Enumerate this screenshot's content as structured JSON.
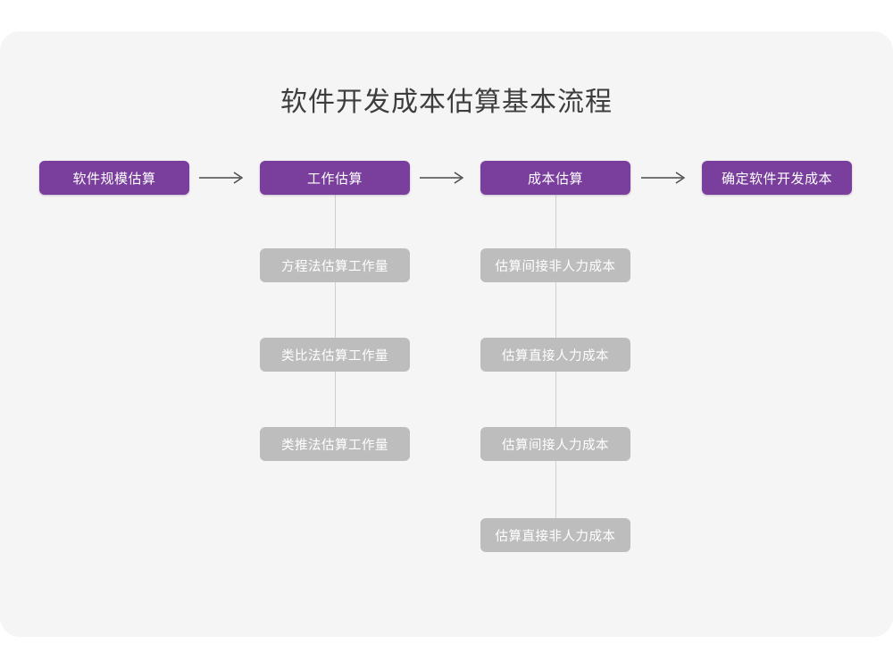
{
  "card": {
    "background": "#f5f5f5"
  },
  "title": "软件开发成本估算基本流程",
  "colors": {
    "primary": "#7a3f9d",
    "secondary": "#bdbdbd",
    "title_text": "#3d3d3d",
    "arrow": "#4a4a4a",
    "connector": "#cfcfcf",
    "page_background": "#ffffff"
  },
  "flow": {
    "type": "horizontal-process-flow-with-substeps",
    "main_steps": [
      {
        "label": "软件规模估算",
        "substeps": []
      },
      {
        "label": "工作估算",
        "substeps": [
          "方程法估算工作量",
          "类比法估算工作量",
          "类推法估算工作量"
        ]
      },
      {
        "label": "成本估算",
        "substeps": [
          "估算间接非人力成本",
          "估算直接人力成本",
          "估算间接人力成本",
          "估算直接非人力成本"
        ]
      },
      {
        "label": "确定软件开发成本",
        "substeps": []
      }
    ],
    "connectors": [
      {
        "icon": "right-arrow-icon",
        "from": "软件规模估算",
        "to": "工作估算"
      },
      {
        "icon": "right-arrow-icon",
        "from": "工作估算",
        "to": "成本估算"
      },
      {
        "icon": "right-arrow-icon",
        "from": "成本估算",
        "to": "确定软件开发成本"
      }
    ]
  }
}
